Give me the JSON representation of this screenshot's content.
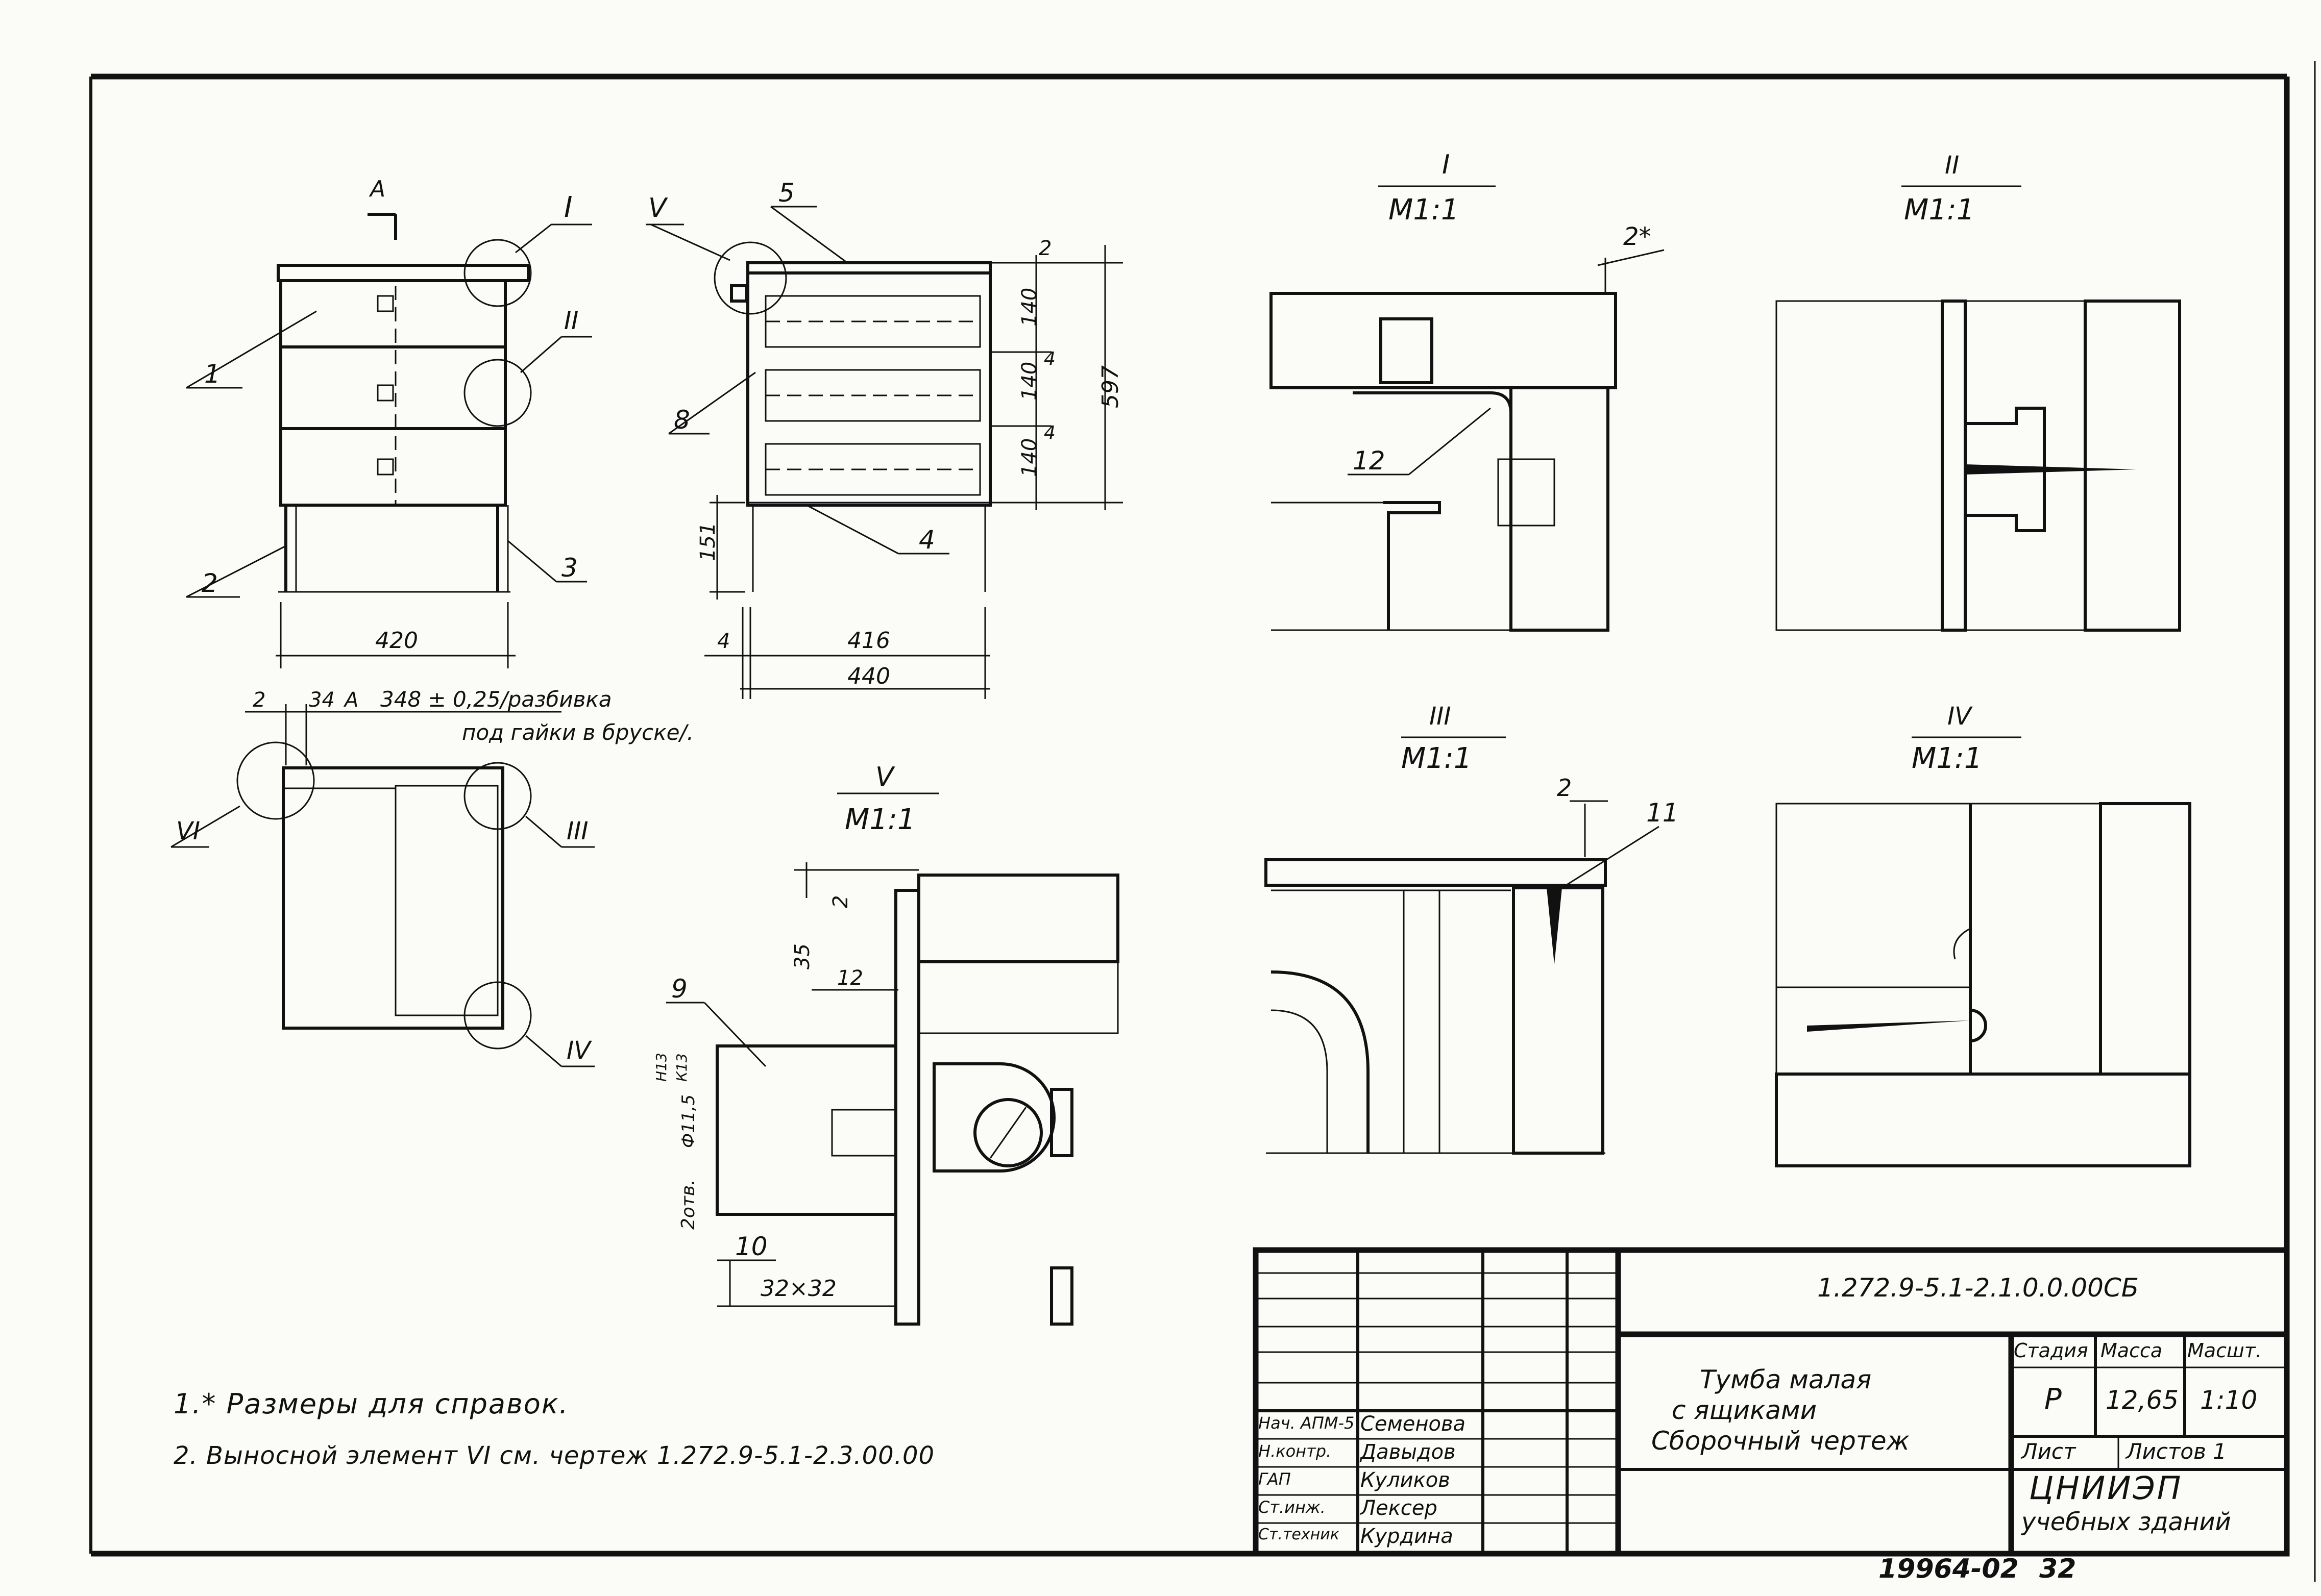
{
  "views": {
    "detail_I": {
      "roman": "I",
      "scale": "M1:1",
      "dim": "2*",
      "callout": "12"
    },
    "detail_II": {
      "roman": "II",
      "scale": "M1:1"
    },
    "detail_III": {
      "roman": "III",
      "scale": "M1:1",
      "dim": "2",
      "callout": "11"
    },
    "detail_IV": {
      "roman": "IV",
      "scale": "M1:1"
    },
    "detail_V": {
      "roman": "V",
      "scale": "M1:1",
      "dim_2": "2",
      "dim_35": "35",
      "dim_12": "12",
      "callout_9": "9",
      "callout_10": "10",
      "section": "32×32",
      "holes": "2отв.",
      "dia": "Ф11,5",
      "fit_top": "Н13",
      "fit_bottom": "К13"
    }
  },
  "front_view": {
    "callouts": [
      "1",
      "2",
      "3"
    ],
    "section_mark": "А",
    "detail_marks": [
      "I",
      "II"
    ],
    "width": "420"
  },
  "side_view": {
    "callouts": [
      "5",
      "8",
      "4"
    ],
    "detail_mark": "V",
    "dims": {
      "top": "2",
      "drawer1": "140",
      "gap1": "4",
      "drawer2": "140",
      "gap2": "4",
      "drawer3": "140",
      "total": "597",
      "leg": "151",
      "offset": "4",
      "inner": "416",
      "outer": "440"
    }
  },
  "plan_view": {
    "dims": {
      "left": "2",
      "mid": "34",
      "section": "А",
      "note_line1": "348 ± 0,25/разбивка",
      "note_line2": "под гайки в бруске/."
    },
    "detail_marks": [
      "VI",
      "III",
      "IV"
    ]
  },
  "notes": [
    "1.* Размеры для справок.",
    "2. Выносной элемент VI см. чертеж 1.272.9-5.1-2.3.00.00"
  ],
  "title_block": {
    "doc_code": "1.272.9-5.1-2.1.0.0.00СБ",
    "title_lines": [
      "Тумба малая",
      "с ящиками",
      "Сборочный чертеж"
    ],
    "headers": {
      "stage": "Стадия",
      "mass": "Масса",
      "scale": "Масшт."
    },
    "stage": "Р",
    "mass": "12,65",
    "scale": "1:10",
    "sheet": "Лист",
    "sheets": "Листов 1",
    "org_line1": "ЦНИИЭП",
    "org_line2": "учебных зданий",
    "roles": [
      {
        "role": "Нач. АПМ-5",
        "name": "Семенова"
      },
      {
        "role": "Н.контр.",
        "name": "Давыдов"
      },
      {
        "role": "ГАП",
        "name": "Куликов"
      },
      {
        "role": "Ст.инж.",
        "name": "Лексер"
      },
      {
        "role": "Ст.техник",
        "name": "Курдина"
      }
    ]
  },
  "footer": {
    "archive_no": "19964-02",
    "page": "32"
  }
}
